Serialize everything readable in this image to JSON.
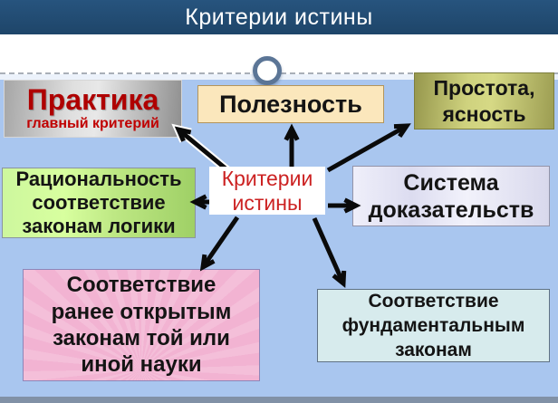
{
  "title": "Критерии истины",
  "center_node": {
    "lines": [
      "Критерии",
      "истины"
    ]
  },
  "nodes": {
    "praktika": {
      "title": "Практика",
      "subtitle": "главный критерий"
    },
    "poleznost": {
      "label": "Полезность"
    },
    "prostota": {
      "lines": [
        "Простота,",
        "ясность"
      ]
    },
    "ratsionalnost": {
      "lines": [
        "Рациональность",
        "соответствие",
        "законам логики"
      ]
    },
    "sistema": {
      "lines": [
        "Система",
        "доказательств"
      ]
    },
    "sootvetstvie_ranee": {
      "lines": [
        "Соответствие",
        "ранее открытым",
        "законам той или",
        "иной науки"
      ]
    },
    "sootvetstvie_fundamentalnym": {
      "lines": [
        "Соответствие",
        "фундаментальным",
        "законам"
      ]
    }
  },
  "colors": {
    "title_bar": "#1E4569",
    "background": "#A9C6EF",
    "accent_red": "#C00000",
    "arrow": "#0A0A0A",
    "praktika_fill": "#C9C9C9",
    "poleznost_fill": "#FBE7BC",
    "prostota_fill": "#C9CC78",
    "ratsionalnost_fill": "#C5F193",
    "sistema_fill": "#E6E6F5",
    "sootvetstvie_ranee_fill": "#F2B3D2",
    "sootvetstvie_fundamentalnym_fill": "#D7EBED",
    "footer_bar": "#8191A6"
  }
}
